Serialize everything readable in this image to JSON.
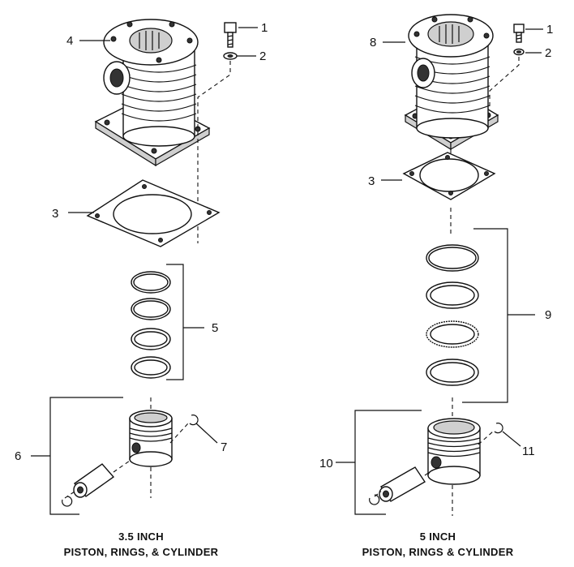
{
  "left": {
    "callouts": [
      "1",
      "2",
      "3",
      "4",
      "5",
      "6",
      "7"
    ],
    "caption_line1": "3.5 INCH",
    "caption_line2": "PISTON, RINGS, & CYLINDER"
  },
  "right": {
    "callouts": [
      "1",
      "2",
      "3",
      "8",
      "9",
      "10",
      "11"
    ],
    "caption_line1": "5 INCH",
    "caption_line2": "PISTON, RINGS & CYLINDER"
  }
}
